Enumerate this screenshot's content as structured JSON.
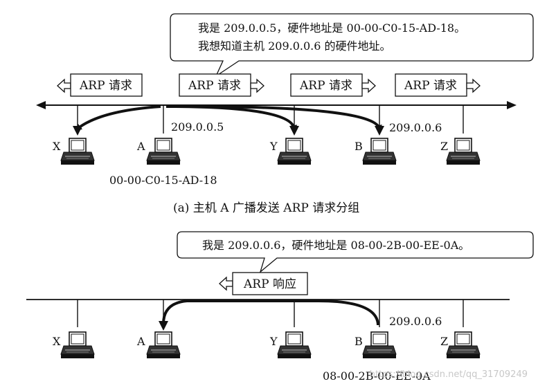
{
  "panel_a": {
    "bubble_line1": "我是 209.0.0.5，硬件地址是 00-00-C0-15-AD-18。",
    "bubble_line2": "我想知道主机 209.0.0.6 的硬件地址。",
    "arp_requests": [
      "ARP 请求",
      "ARP 请求",
      "ARP 请求",
      "ARP 请求"
    ],
    "hosts": [
      "X",
      "A",
      "Y",
      "B",
      "Z"
    ],
    "ip_a": "209.0.0.5",
    "ip_b": "209.0.0.6",
    "mac_a": "00-00-C0-15-AD-18",
    "caption": "(a) 主机 A 广播发送 ARP 请求分组"
  },
  "panel_b": {
    "bubble": "我是 209.0.0.6，硬件地址是 08-00-2B-00-EE-0A。",
    "arp_reply": "ARP 响应",
    "hosts": [
      "X",
      "A",
      "Y",
      "B",
      "Z"
    ],
    "ip_b": "209.0.0.6",
    "mac_b": "08-00-2B-00-EE-0A"
  },
  "watermark": "https://blog.csdn.net/qq_31709249"
}
